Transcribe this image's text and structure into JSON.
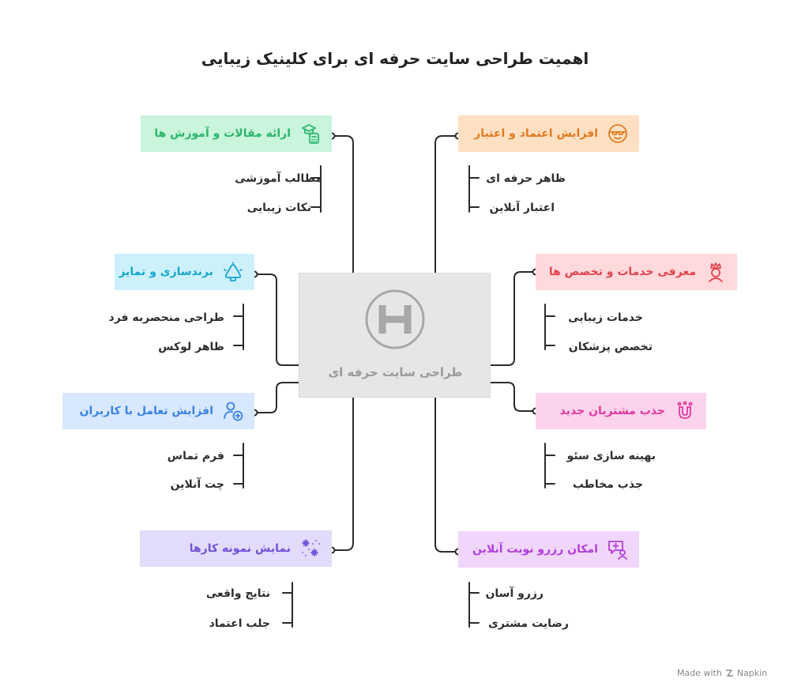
{
  "title": "اهمیت طراحی سایت حرفه ای برای کلینیک زیبایی",
  "center": {
    "label": "طراحی سایت حرفه ای",
    "icon": "h-logo-icon"
  },
  "colors": {
    "line": "#2b2b2b",
    "orange": "#ffe0c2",
    "orange_text": "#e07a1f",
    "green": "#c8f5dc",
    "green_text": "#2cb56b",
    "red": "#ffd9dc",
    "red_text": "#e0454f",
    "cyan": "#cdf1fb",
    "cyan_text": "#18a6cf",
    "pink": "#fcd3ec",
    "pink_text": "#de3aa0",
    "blue": "#d7e8ff",
    "blue_text": "#3a82e0",
    "violet": "#f1d6fb",
    "violet_text": "#b13fd8",
    "purple": "#e2dbfa",
    "purple_text": "#7152d6"
  },
  "right_topics": [
    {
      "label": "افزایش اعتماد و اعتبار",
      "icon": "sunglasses-face-icon",
      "items": [
        "ظاهر حرفه ای",
        "اعتبار آنلاین"
      ]
    },
    {
      "label": "معرفی خدمات و تخصص ها",
      "icon": "crowned-person-icon",
      "items": [
        "خدمات زیبایی",
        "تخصص پزشکان"
      ]
    },
    {
      "label": "جذب مشتریان جدید",
      "icon": "magnet-icon",
      "items": [
        "بهینه سازی سئو",
        "جذب مخاطب"
      ]
    },
    {
      "label": "امکان رزرو نوبت آنلاین",
      "icon": "medical-chat-icon",
      "items": [
        "رزرو آسان",
        "رضایت مشتری"
      ]
    }
  ],
  "left_topics": [
    {
      "label": "ارائه مقالات و آموزش ها",
      "icon": "graduation-calculator-icon",
      "items": [
        "مطالب آموزشی",
        "نکات زیبایی"
      ]
    },
    {
      "label": "برندسازی و تمایز",
      "icon": "megaphone-icon",
      "items": [
        "طراحی منحصربه فرد",
        "ظاهر لوکس"
      ]
    },
    {
      "label": "افزایش تعامل با کاربران",
      "icon": "add-user-icon",
      "items": [
        "فرم تماس",
        "چت آنلاین"
      ]
    },
    {
      "label": "نمایش نمونه کارها",
      "icon": "sparkles-icon",
      "items": [
        "نتایج واقعی",
        "جلب اعتماد"
      ]
    }
  ],
  "footer": {
    "made_with": "Made with",
    "brand": "Napkin"
  }
}
